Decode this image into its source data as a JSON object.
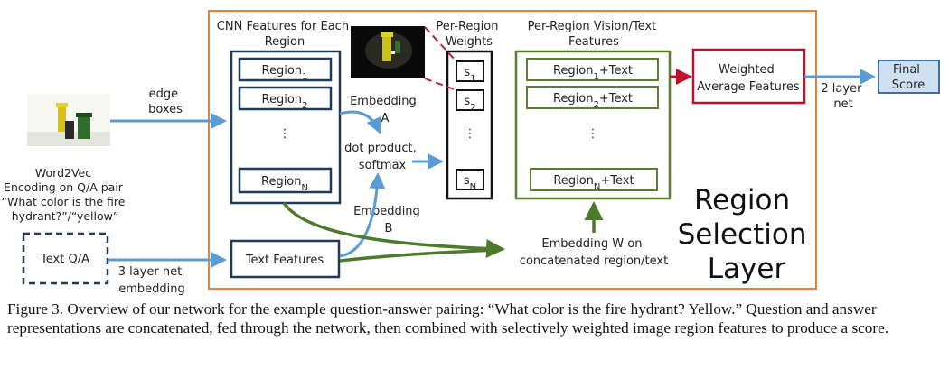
{
  "cnn_title": [
    "CNN Features for Each",
    "Region"
  ],
  "regions": [
    {
      "base": "Region",
      "sub": "1",
      "suffix": ""
    },
    {
      "base": "Region",
      "sub": "2",
      "suffix": ""
    },
    {
      "base": "Region",
      "sub": "N",
      "suffix": ""
    }
  ],
  "weights_title": [
    "Per-Region",
    "Weights"
  ],
  "weights": [
    {
      "base": "s",
      "sub": "1"
    },
    {
      "base": "s",
      "sub": "2"
    },
    {
      "base": "s",
      "sub": "N"
    }
  ],
  "vision_title": [
    "Per-Region Vision/Text",
    "Features"
  ],
  "vision_items": [
    {
      "base": "Region",
      "sub": "1",
      "suffix": "+Text"
    },
    {
      "base": "Region",
      "sub": "2",
      "suffix": "+Text"
    },
    {
      "base": "Region",
      "sub": "N",
      "suffix": "+Text"
    }
  ],
  "ellipsis": "⋮",
  "weighted_avg": [
    "Weighted",
    "Average Features"
  ],
  "final_score": [
    "Final",
    "Score"
  ],
  "two_layer": [
    "2 layer",
    "net"
  ],
  "edge_boxes": [
    "edge",
    "boxes"
  ],
  "word2vec": [
    "Word2Vec",
    "Encoding on Q/A pair",
    "“What color is the fire",
    "hydrant?”/“yellow”"
  ],
  "text_qa": "Text Q/A",
  "three_layer": [
    "3 layer net",
    "embedding"
  ],
  "text_features": "Text Features",
  "embedding_a": [
    "Embedding",
    "A"
  ],
  "dot_product": [
    "dot product,",
    "softmax"
  ],
  "embedding_b": [
    "Embedding",
    "B"
  ],
  "embedding_w": [
    "Embedding W on",
    "concatenated region/text"
  ],
  "region_selection": [
    "Region",
    "Selection",
    "Layer"
  ],
  "caption": "Figure 3. Overview of our network for the example question-answer pairing: “What color is the fire hydrant? Yellow.” Question and answer representations are concatenated, fed through the network, then combined with selectively weighted image region features to produce a score.",
  "colors": {
    "orange": "#e8823a",
    "navy": "#1f3b57",
    "green": "#5a7d2e",
    "red": "#c0102a",
    "blue_arrow": "#5b9bd5",
    "final_fill": "#cfe0f1",
    "final_border": "#3a6fa8",
    "dark_green": "#4d7a2a"
  },
  "icons": [
    "scene-thumbnail-image",
    "hydrant-thumbnail-image"
  ]
}
